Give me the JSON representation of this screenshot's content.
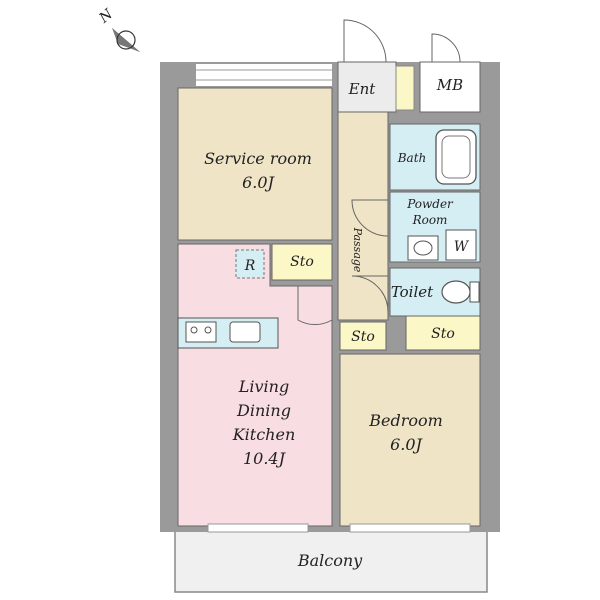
{
  "compass": {
    "north_label": "N"
  },
  "rooms": {
    "service_room": {
      "name": "Service room",
      "size": "6.0J"
    },
    "ldk": {
      "line1": "Living",
      "line2": "Dining",
      "line3": "Kitchen",
      "size": "10.4J"
    },
    "bedroom": {
      "name": "Bedroom",
      "size": "6.0J"
    },
    "balcony": {
      "name": "Balcony"
    },
    "entrance": {
      "name": "Ent"
    },
    "mb": {
      "name": "MB"
    },
    "bath": {
      "name": "Bath"
    },
    "powder_room": {
      "line1": "Powder",
      "line2": "Room"
    },
    "washer": {
      "name": "W"
    },
    "toilet": {
      "name": "Toilet"
    },
    "passage": {
      "name": "Passage"
    },
    "storage_top": {
      "name": "Sto"
    },
    "storage_mid": {
      "name": "Sto"
    },
    "storage_right": {
      "name": "Sto"
    },
    "refrigerator": {
      "name": "R"
    }
  },
  "colors": {
    "tatami": "#efe4c6",
    "ldk": "#f8dde2",
    "wet_area": "#d5eef3",
    "storage": "#fbf7c6",
    "wall": "#9a9a9a",
    "balcony": "#f0f0f0"
  }
}
